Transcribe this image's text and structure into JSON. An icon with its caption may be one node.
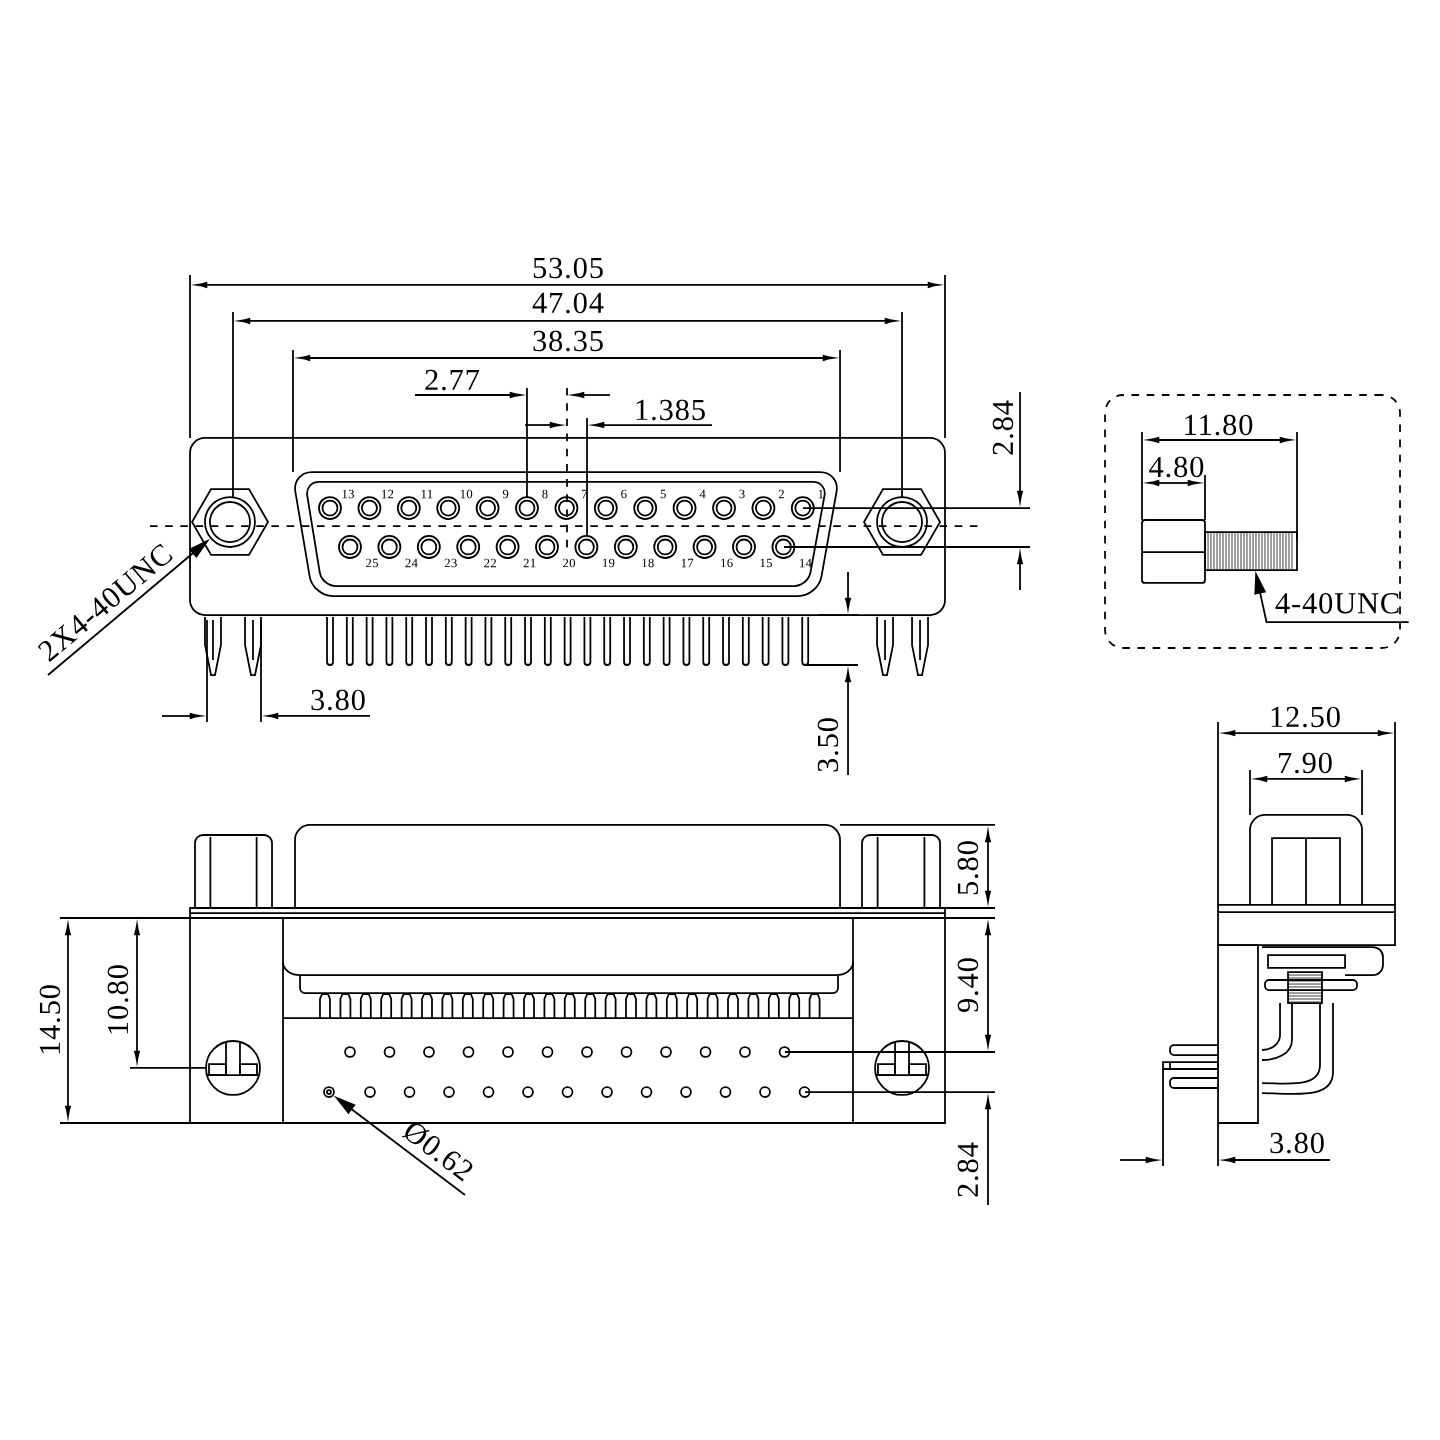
{
  "diagram": {
    "nodes": [
      {
        "text": [
          "2X4-40UNC"
        ]
      },
      {
        "text": [],
        "shape": "circle"
      },
      {
        "text": [
          "11.80",
          "4.80"
        ]
      },
      {
        "text": [
          "4-40UNC"
        ],
        "in": 2
      },
      {
        "text": [],
        "shape": "bar",
        "in": 2
      },
      {
        "text": [
          "Ø0.62"
        ]
      },
      {
        "text": [],
        "shape": "circle"
      }
    ],
    "edges": [
      {
        "from": 0,
        "to": 1,
        "arrow": "to"
      },
      {
        "from": 3,
        "to": 4,
        "arrow": "to"
      },
      {
        "from": 5,
        "to": 6,
        "arrow": "to"
      }
    ],
    "labels": [
      "53.05",
      "47.04",
      "38.35",
      "2.77",
      "1.385",
      "2.84",
      "13",
      "12",
      "11",
      "10",
      "9",
      "8",
      "7",
      "6",
      "5",
      "4",
      "3",
      "2",
      "1",
      "25",
      "24",
      "23",
      "22",
      "21",
      "20",
      "19",
      "18",
      "17",
      "16",
      "15",
      "14",
      "3.80",
      "3.50",
      "12.50",
      "7.90",
      "5.80",
      "14.50",
      "10.80",
      "9.40",
      "2.84",
      "3.80"
    ]
  }
}
